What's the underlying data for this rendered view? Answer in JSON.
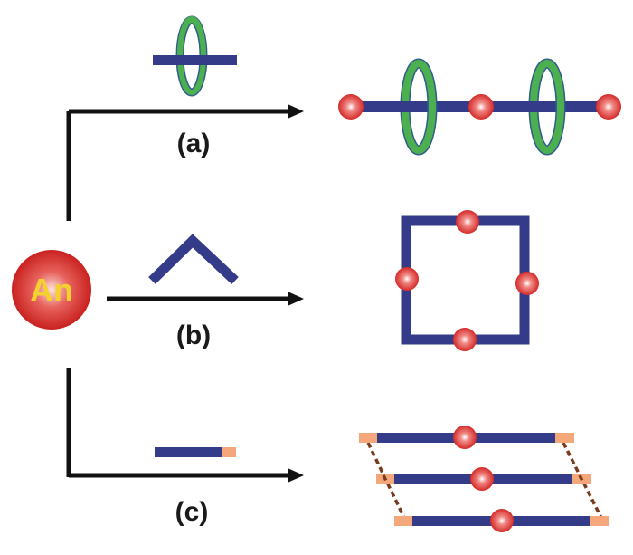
{
  "figure": {
    "title": "",
    "central_node": {
      "label": "An",
      "label_color": "#f5d130",
      "fill_color": "#d9312e"
    },
    "colors": {
      "linker": "#343c8a",
      "ring": "#4caf50",
      "ring_edge": "#2f5e8a",
      "node": "#d9312e",
      "end_cap": "#f4a77a",
      "dashed_bond": "#7a3b1a",
      "arrow": "#111111"
    },
    "pathways": [
      {
        "id": "a",
        "label": "(a)",
        "reagent": "linear linker threaded through ring (rotaxane)",
        "product": "1D chain: 3 nodes, 2 linkers each threaded by a ring"
      },
      {
        "id": "b",
        "label": "(b)",
        "reagent": "bent (V-shaped) linker",
        "product": "square: 4 nodes on the edges of a square of linkers"
      },
      {
        "id": "c",
        "label": "(c)",
        "reagent": "linear linker with end cap",
        "product": "3 stacked linkers with central nodes, end caps linked by dashed bonds"
      }
    ]
  }
}
